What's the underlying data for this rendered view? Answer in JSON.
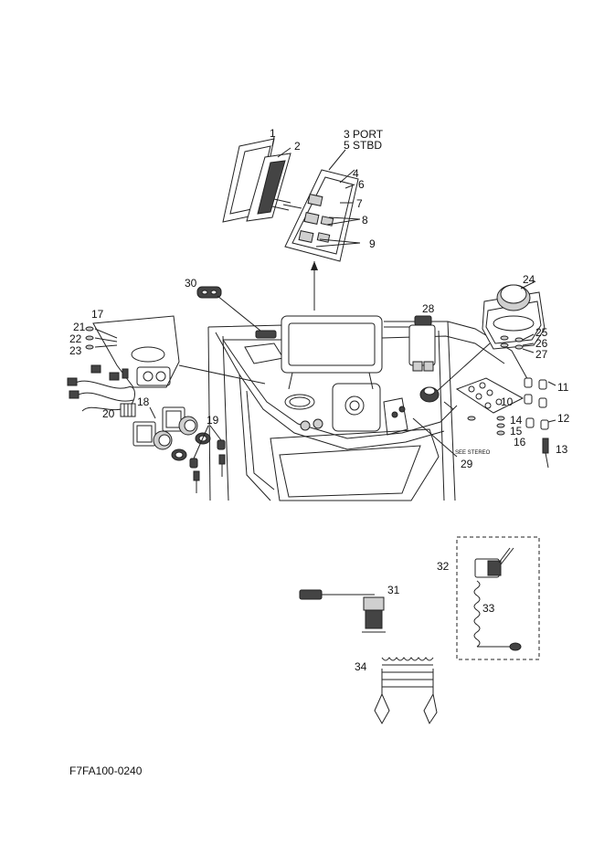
{
  "diagram_code": "F7FA100-0240",
  "note_see_stereo": "SEE STEREO",
  "labels": {
    "p1": "1",
    "p2": "2",
    "p3": "3 PORT",
    "p5": "5 STBD",
    "p4": "4",
    "p6": "6",
    "p7": "7",
    "p8": "8",
    "p9": "9",
    "p10": "10",
    "p11": "11",
    "p12": "12",
    "p13": "13",
    "p14": "14",
    "p15": "15",
    "p16": "16",
    "p17": "17",
    "p18": "18",
    "p19": "19",
    "p20": "20",
    "p21": "21",
    "p22": "22",
    "p23": "23",
    "p24": "24",
    "p25": "25",
    "p26": "26",
    "p27": "27",
    "p28": "28",
    "p29": "29",
    "p30": "30",
    "p31": "31",
    "p32": "32",
    "p33": "33",
    "p34": "34"
  }
}
